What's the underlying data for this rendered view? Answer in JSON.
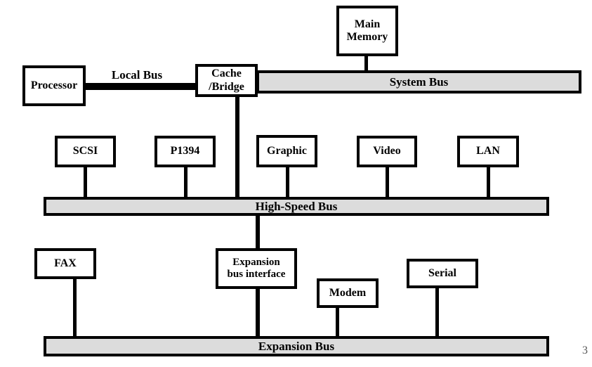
{
  "diagram": {
    "boxes": {
      "processor": "Processor",
      "cache_bridge": "Cache\n/Bridge",
      "main_memory": "Main\nMemory",
      "scsi": "SCSI",
      "p1394": "P1394",
      "graphic": "Graphic",
      "video": "Video",
      "lan": "LAN",
      "fax": "FAX",
      "expansion_bus_interface": "Expansion\nbus interface",
      "modem": "Modem",
      "serial": "Serial"
    },
    "buses": {
      "local": "Local Bus",
      "system": "System Bus",
      "high_speed": "High-Speed Bus",
      "expansion": "Expansion Bus"
    },
    "colors": {
      "bus_fill": "#dcdcdc",
      "line": "#000000",
      "box_fill": "#ffffff"
    }
  },
  "page_number": "3"
}
